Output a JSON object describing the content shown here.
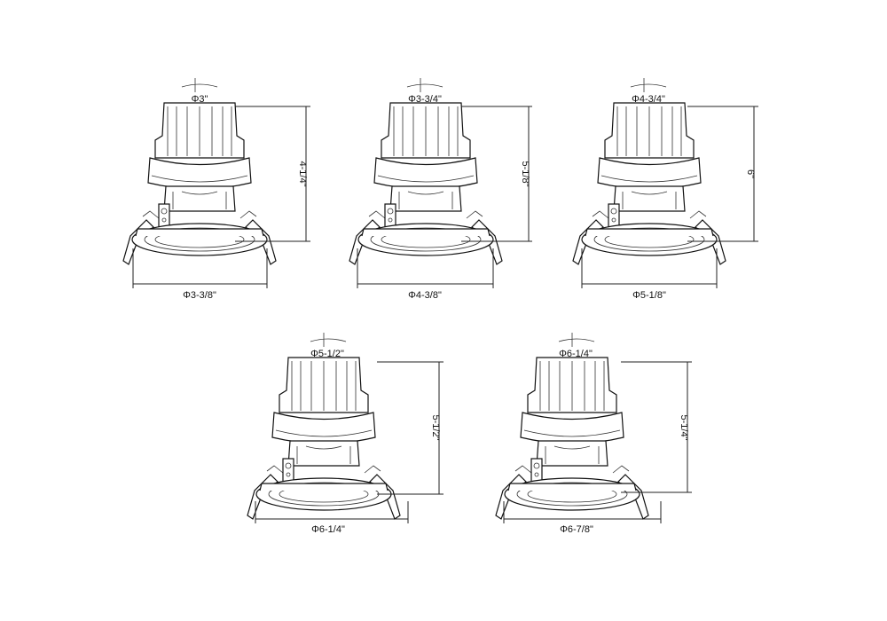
{
  "fixtures": [
    {
      "id": "f1",
      "top_dia": "Φ3\"",
      "height": "4-1/4\"",
      "width": "Φ3-3/8\""
    },
    {
      "id": "f2",
      "top_dia": "Φ3-3/4\"",
      "height": "5-1/8\"",
      "width": "Φ4-3/8\""
    },
    {
      "id": "f3",
      "top_dia": "Φ4-3/4\"",
      "height": "6\"",
      "width": "Φ5-1/8\""
    },
    {
      "id": "f4",
      "top_dia": "Φ5-1/2\"",
      "height": "5-1/2\"",
      "width": "Φ6-1/4\""
    },
    {
      "id": "f5",
      "top_dia": "Φ6-1/4\"",
      "height": "5-1/4\"",
      "width": "Φ6-7/8\""
    }
  ]
}
